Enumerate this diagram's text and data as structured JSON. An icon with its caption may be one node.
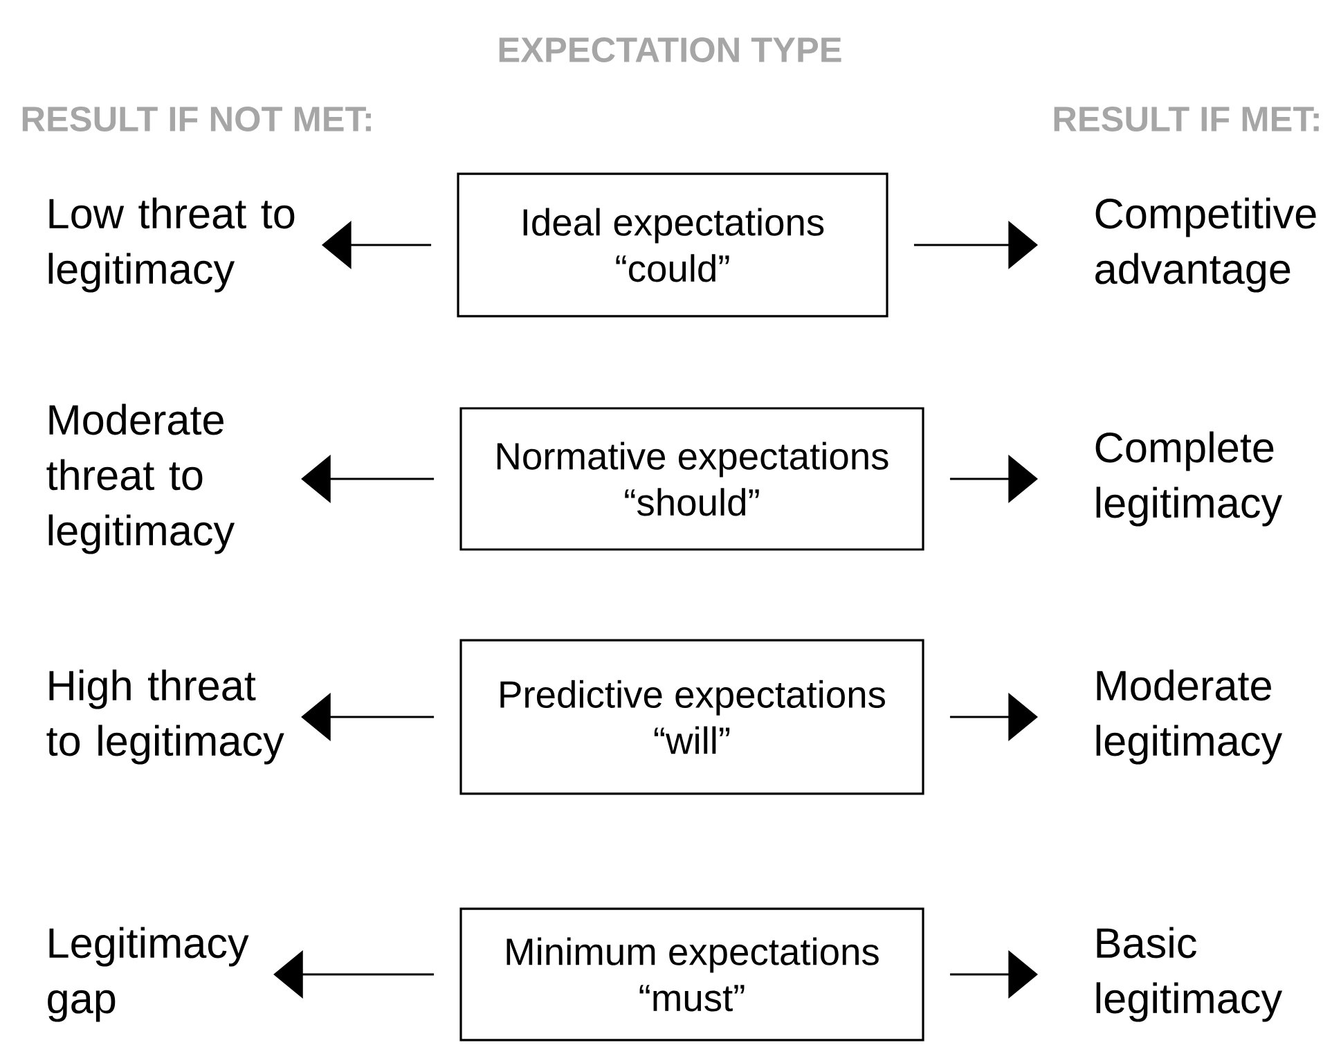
{
  "diagram": {
    "title": "EXPECTATION TYPE",
    "nodes": [
      {
        "text": [
          "Low threat to legitimacy"
        ]
      },
      {
        "text": [
          "Ideal expectations",
          "“could”"
        ]
      },
      {
        "text": [
          "Competitive advantage"
        ]
      },
      {
        "text": [
          "Moderate threat to legitimacy"
        ]
      },
      {
        "text": [
          "Normative expectations",
          "“should”"
        ]
      },
      {
        "text": [
          "Complete legitimacy"
        ]
      },
      {
        "text": [
          "High threat to legitimacy"
        ]
      },
      {
        "text": [
          "Predictive expectations",
          "“will”"
        ]
      },
      {
        "text": [
          "Moderate legitimacy"
        ]
      },
      {
        "text": [
          "Legitimacy gap"
        ]
      },
      {
        "text": [
          "Minimum expectations",
          "“must”"
        ]
      },
      {
        "text": [
          "Basic legitimacy"
        ]
      }
    ],
    "edges": [
      {
        "from": 1,
        "to": 0,
        "arrow": "to"
      },
      {
        "from": 1,
        "to": 2,
        "arrow": "to"
      },
      {
        "from": 4,
        "to": 3,
        "arrow": "to"
      },
      {
        "from": 4,
        "to": 5,
        "arrow": "to"
      },
      {
        "from": 7,
        "to": 6,
        "arrow": "to"
      },
      {
        "from": 7,
        "to": 8,
        "arrow": "to"
      },
      {
        "from": 10,
        "to": 9,
        "arrow": "to"
      },
      {
        "from": 10,
        "to": 11,
        "arrow": "to"
      }
    ],
    "labels": [
      "RESULT IF NOT MET:",
      "RESULT IF MET:"
    ]
  }
}
